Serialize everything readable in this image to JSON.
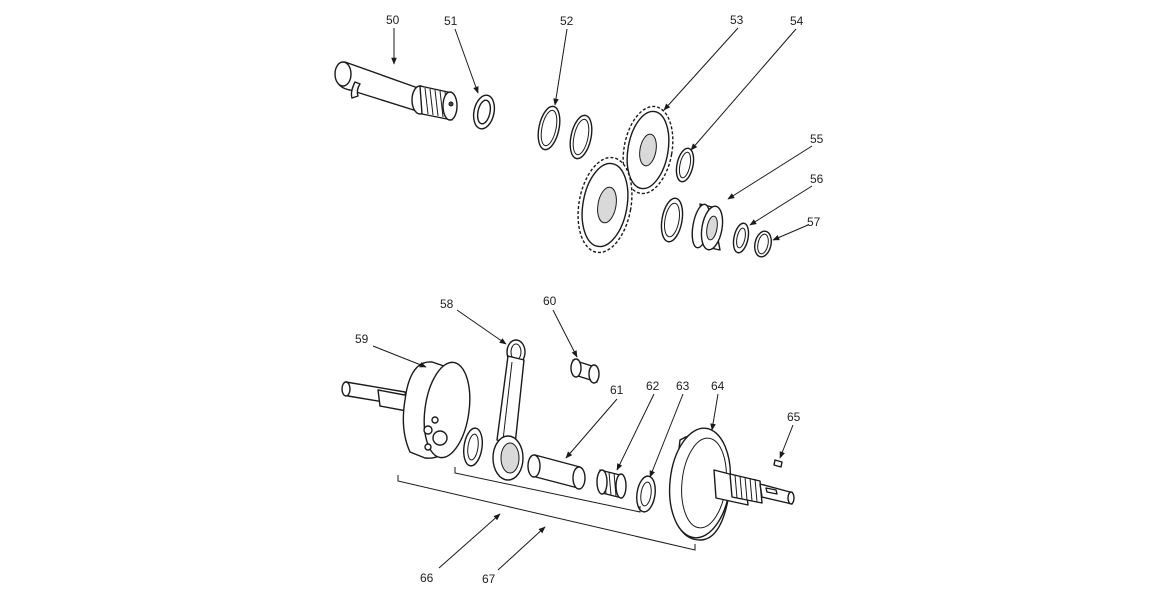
{
  "callouts": [
    {
      "id": "50",
      "label": "50"
    },
    {
      "id": "51",
      "label": "51"
    },
    {
      "id": "52",
      "label": "52"
    },
    {
      "id": "53",
      "label": "53"
    },
    {
      "id": "54",
      "label": "54"
    },
    {
      "id": "55",
      "label": "55"
    },
    {
      "id": "56",
      "label": "56"
    },
    {
      "id": "57",
      "label": "57"
    },
    {
      "id": "58",
      "label": "58"
    },
    {
      "id": "59",
      "label": "59"
    },
    {
      "id": "60",
      "label": "60"
    },
    {
      "id": "61",
      "label": "61"
    },
    {
      "id": "62",
      "label": "62"
    },
    {
      "id": "63",
      "label": "63"
    },
    {
      "id": "64",
      "label": "64"
    },
    {
      "id": "65",
      "label": "65"
    },
    {
      "id": "66",
      "label": "66"
    },
    {
      "id": "67",
      "label": "67"
    }
  ]
}
